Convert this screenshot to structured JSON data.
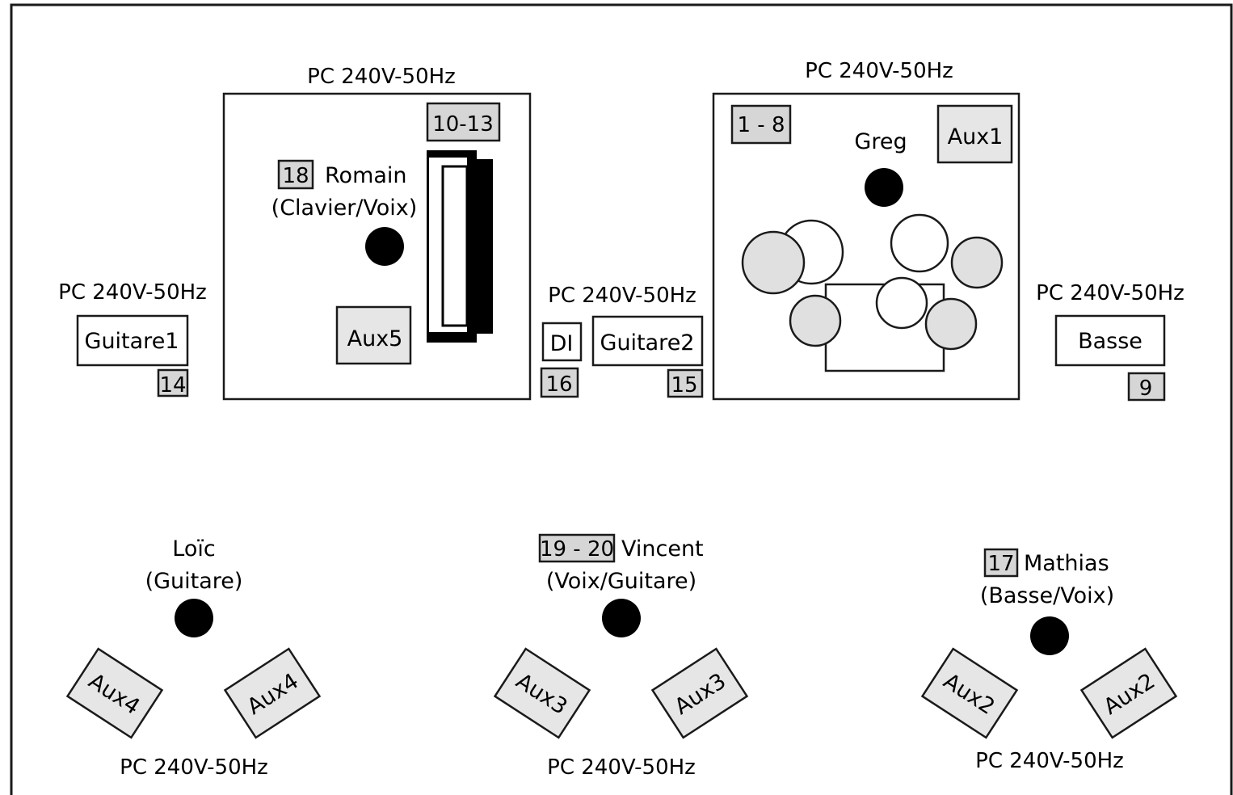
{
  "colors": {
    "stroke": "#1a1a1a",
    "panel_fill": "#e6e6e6",
    "badge_fill": "#d6d6d6",
    "mic": "#000000",
    "drum_fill": "#e0e0e0",
    "white": "#ffffff"
  },
  "power": {
    "keys": "PC 240V-50Hz",
    "drums": "PC 240V-50Hz",
    "guitare1": "PC 240V-50Hz",
    "guitare2": "PC 240V-50Hz",
    "basse": "PC 240V-50Hz",
    "loic": "PC 240V-50Hz",
    "vincent": "PC 240V-50Hz",
    "mathias": "PC 240V-50Hz"
  },
  "keys": {
    "channels": "10-13",
    "mic_channel": "18",
    "name": "Romain",
    "role": "(Clavier/Voix)",
    "monitor": "Aux5",
    "keyboard_icon": "keyboard-icon"
  },
  "drums": {
    "channels": "1 - 8",
    "name": "Greg",
    "monitor": "Aux1",
    "kit_icon": "drum-kit-icon"
  },
  "amps": {
    "guitare1": {
      "label": "Guitare1",
      "channel": "14"
    },
    "di": {
      "label": "DI",
      "channel": "16"
    },
    "guitare2": {
      "label": "Guitare2",
      "channel": "15"
    },
    "basse": {
      "label": "Basse",
      "channel": "9"
    }
  },
  "front": {
    "loic": {
      "name": "Loïc",
      "role": "(Guitare)",
      "monitor_left": "Aux4",
      "monitor_right": "Aux4"
    },
    "vincent": {
      "channels": "19 - 20",
      "name": "Vincent",
      "role": "(Voix/Guitare)",
      "monitor_left": "Aux3",
      "monitor_right": "Aux3"
    },
    "mathias": {
      "channel": "17",
      "name": "Mathias",
      "role": "(Basse/Voix)",
      "monitor_left": "Aux2",
      "monitor_right": "Aux2"
    }
  }
}
